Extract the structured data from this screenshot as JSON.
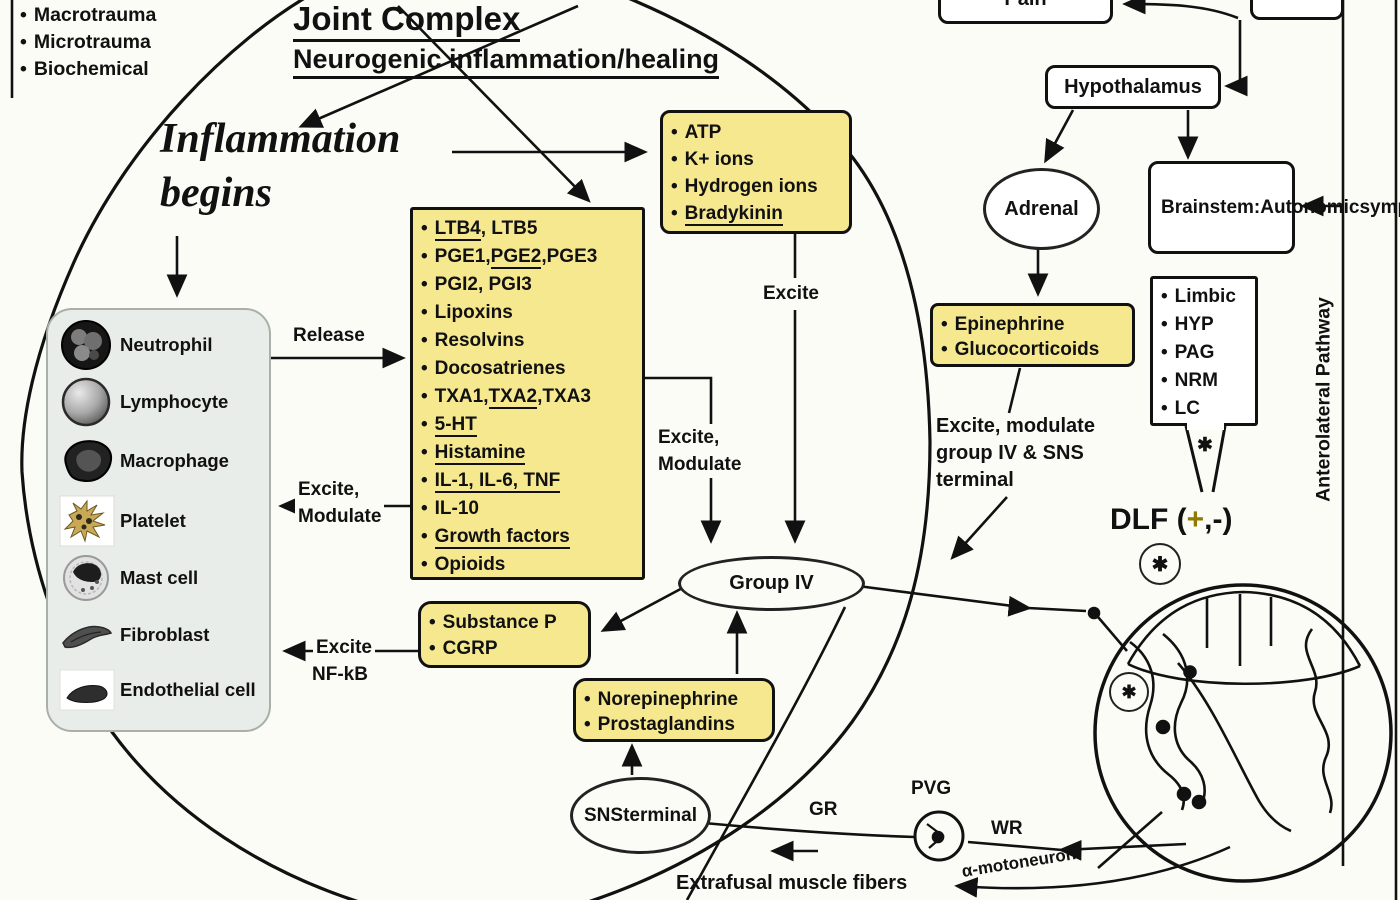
{
  "symbols": {
    "bullet": "•",
    "asterisk": "✱"
  },
  "colors": {
    "box_yellow": "#F6E88E",
    "panel_gray": "#E9EDE9",
    "plus_olive": "#8F7A00",
    "line_black": "#111111"
  },
  "etiology": {
    "items": [
      "Macrotrauma",
      "Microtrauma",
      "Biochemical"
    ]
  },
  "title": {
    "line1": "Joint Complex",
    "line2": "Neurogenic inflammation/healing"
  },
  "inflammation": {
    "line1": "Inflammation",
    "line2": "begins"
  },
  "atp_box": {
    "items": [
      [
        {
          "t": "ATP"
        }
      ],
      [
        {
          "t": "K+ ions"
        }
      ],
      [
        {
          "t": "Hydrogen ions"
        }
      ],
      [
        {
          "t": "Bradykinin",
          "u": 1
        }
      ]
    ]
  },
  "mediators": {
    "items": [
      [
        {
          "t": "LTB4",
          "u": 1
        },
        {
          "t": ", LTB5"
        }
      ],
      [
        {
          "t": "PGE1,"
        },
        {
          "t": "PGE2",
          "u": 1
        },
        {
          "t": ",PGE3"
        }
      ],
      [
        {
          "t": "PGI2, PGI3"
        }
      ],
      [
        {
          "t": "Lipoxins"
        }
      ],
      [
        {
          "t": "Resolvins"
        }
      ],
      [
        {
          "t": "Docosatrienes"
        }
      ],
      [
        {
          "t": "TXA1,"
        },
        {
          "t": "TXA2",
          "u": 1
        },
        {
          "t": ",TXA3"
        }
      ],
      [
        {
          "t": "5-HT",
          "u": 1
        }
      ],
      [
        {
          "t": "Histamine",
          "u": 1
        }
      ],
      [
        {
          "t": "IL-1, IL-6, TNF",
          "u": 1
        }
      ],
      [
        {
          "t": "IL-10"
        }
      ],
      [
        {
          "t": "Growth factors",
          "u": 1
        }
      ],
      [
        {
          "t": "Opioids"
        }
      ]
    ]
  },
  "cells": {
    "items": [
      {
        "label": "Neutrophil",
        "icon": "neutrophil-icon"
      },
      {
        "label": "Lymphocyte",
        "icon": "lymphocyte-icon"
      },
      {
        "label": "Macrophage",
        "icon": "macrophage-icon"
      },
      {
        "label": "Platelet",
        "icon": "platelet-icon"
      },
      {
        "label": "Mast cell",
        "icon": "mast-cell-icon"
      },
      {
        "label": "Fibroblast",
        "icon": "fibroblast-icon"
      },
      {
        "label": "Endothelial cell",
        "icon": "endothelial-cell-icon"
      }
    ]
  },
  "substance_box": {
    "items": [
      "Substance P",
      "CGRP"
    ]
  },
  "norepinephrine_box": {
    "items": [
      "Norepinephrine",
      "Prostaglandins"
    ]
  },
  "epinephrine_box": {
    "items": [
      "Epinephrine",
      "Glucocorticoids"
    ]
  },
  "labels": {
    "release": "Release",
    "excite_modulate_left": [
      "Excite,",
      "Modulate"
    ],
    "excite_atp": "Excite",
    "excite_modulate_mid": [
      "Excite,",
      "Modulate"
    ],
    "excite_nfkb_1": "Excite",
    "excite_nfkb_2": "NF-kB",
    "excite_modulate_group": [
      "Excite, modulate",
      "group IV & SNS",
      "terminal"
    ],
    "group_iv": "Group IV",
    "sns_terminal": [
      "SNS",
      "terminal"
    ],
    "gr": "GR",
    "pvg": "PVG",
    "wr": "WR",
    "extrafusal": "Extrafusal muscle fibers",
    "motoneuron": "α-motoneuron",
    "anterolateral": "Anterolateral Pathway"
  },
  "dlf": {
    "prefix": "DLF (",
    "plus": "+",
    "suffix": ",-)"
  },
  "right_column": {
    "pain": "Pain",
    "hypothalamus": "Hypothalamus",
    "adrenal": "Adrenal",
    "brainstem": [
      "Brainstem:",
      "Autonomic",
      "symptoms"
    ],
    "descending_centers": {
      "items": [
        "Limbic",
        "HYP",
        "PAG",
        "NRM",
        "LC"
      ]
    }
  }
}
